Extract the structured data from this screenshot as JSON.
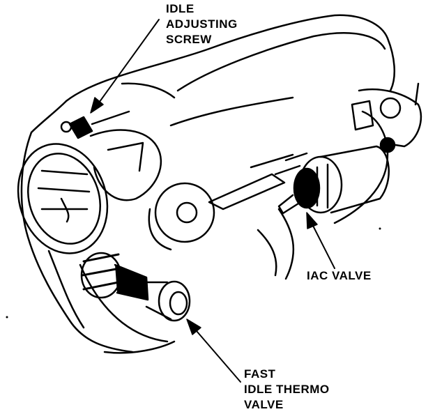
{
  "diagram": {
    "callouts": {
      "idle_adjusting_screw": [
        "IDLE",
        "ADJUSTING",
        "SCREW"
      ],
      "iac_valve": [
        "IAC VALVE"
      ],
      "fast_idle_thermo_valve": [
        "FAST",
        "IDLE THERMO",
        "VALVE"
      ]
    }
  }
}
